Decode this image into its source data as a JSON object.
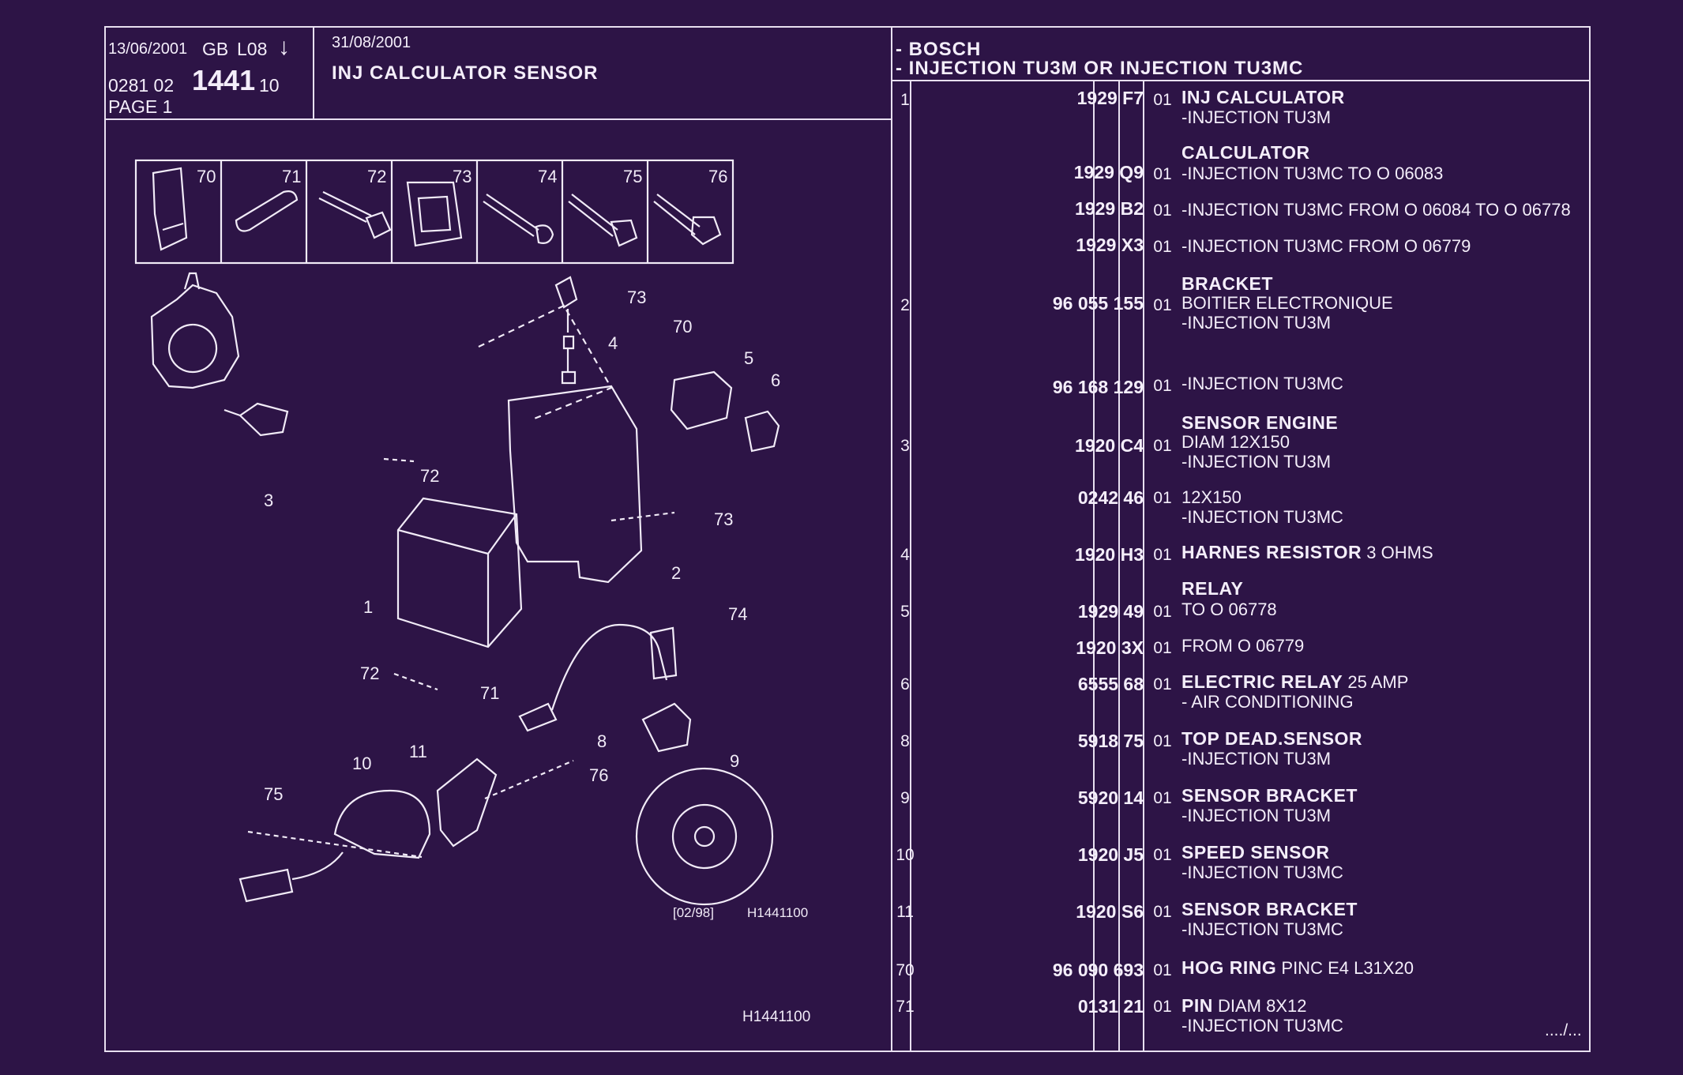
{
  "header": {
    "date1": "13/06/2001",
    "lang": "GB",
    "code": "L08",
    "arrow": "↓",
    "ref_prefix": "0281  02",
    "ref_main": "1441",
    "ref_suffix": "10",
    "page_label": "PAGE  1",
    "date2": "31/08/2001",
    "title": "INJ CALCULATOR SENSOR",
    "app1": "- BOSCH",
    "app2": "- INJECTION TU3M OR  INJECTION TU3MC"
  },
  "diagram": {
    "fastener_labels": [
      "70",
      "71",
      "72",
      "73",
      "74",
      "75",
      "76"
    ],
    "callouts": [
      "73",
      "4",
      "70",
      "5",
      "6",
      "3",
      "72",
      "73",
      "2",
      "1",
      "74",
      "72",
      "71",
      "8",
      "9",
      "10",
      "11",
      "76",
      "75"
    ],
    "date_box": "[02/98]",
    "diagram_code": "H1441100",
    "footer_code": "H1441100"
  },
  "parts": [
    {
      "item": "1",
      "ref": "1929 F7",
      "qty": "01",
      "title": "INJ CALCULATOR",
      "rest": "",
      "lines": [
        "-INJECTION TU3M"
      ]
    },
    {
      "item": "",
      "ref": "",
      "qty": "",
      "title": "CALCULATOR",
      "rest": "",
      "lines": []
    },
    {
      "item": "",
      "ref": "1929 Q9",
      "qty": "01",
      "title": "",
      "rest": "-INJECTION TU3MC TO  O  06083",
      "lines": []
    },
    {
      "item": "",
      "ref": "1929 B2",
      "qty": "01",
      "title": "",
      "rest": "-INJECTION TU3MC FROM  O  06084  TO  O  06778",
      "lines": []
    },
    {
      "item": "",
      "ref": "1929 X3",
      "qty": "01",
      "title": "",
      "rest": "-INJECTION TU3MC FROM  O  06779",
      "lines": []
    },
    {
      "item": "",
      "ref": "",
      "qty": "",
      "title": "BRACKET",
      "rest": "",
      "lines": []
    },
    {
      "item": "2",
      "ref": "96 055 155",
      "qty": "01",
      "title": "",
      "rest": "BOITIER ELECTRONIQUE",
      "lines": [
        "-INJECTION TU3M"
      ]
    },
    {
      "item": "",
      "ref": "96 168 129",
      "qty": "01",
      "title": "",
      "rest": "-INJECTION TU3MC",
      "lines": []
    },
    {
      "item": "",
      "ref": "",
      "qty": "",
      "title": "SENSOR ENGINE",
      "rest": "",
      "lines": []
    },
    {
      "item": "3",
      "ref": "1920 C4",
      "qty": "01",
      "title": "",
      "rest": "DIAM 12X150",
      "lines": [
        "-INJECTION TU3M"
      ]
    },
    {
      "item": "",
      "ref": "0242 46",
      "qty": "01",
      "title": "",
      "rest": "12X150",
      "lines": [
        "-INJECTION TU3MC"
      ]
    },
    {
      "item": "4",
      "ref": "1920 H3",
      "qty": "01",
      "title": "HARNES RESISTOR",
      "rest": " 3 OHMS",
      "lines": []
    },
    {
      "item": "",
      "ref": "",
      "qty": "",
      "title": "RELAY",
      "rest": "",
      "lines": []
    },
    {
      "item": "5",
      "ref": "1929 49",
      "qty": "01",
      "title": "",
      "rest": "TO  O  06778",
      "lines": []
    },
    {
      "item": "",
      "ref": "1920 3X",
      "qty": "01",
      "title": "",
      "rest": "FROM  O  06779",
      "lines": []
    },
    {
      "item": "6",
      "ref": "6555 68",
      "qty": "01",
      "title": "ELECTRIC RELAY",
      "rest": " 25 AMP",
      "lines": [
        "-      AIR CONDITIONING"
      ]
    },
    {
      "item": "8",
      "ref": "5918 75",
      "qty": "01",
      "title": "TOP DEAD.SENSOR",
      "rest": "",
      "lines": [
        "-INJECTION TU3M"
      ]
    },
    {
      "item": "9",
      "ref": "5920 14",
      "qty": "01",
      "title": "SENSOR BRACKET",
      "rest": "",
      "lines": [
        "-INJECTION TU3M"
      ]
    },
    {
      "item": "10",
      "ref": "1920 J5",
      "qty": "01",
      "title": "SPEED SENSOR",
      "rest": "",
      "lines": [
        "-INJECTION TU3MC"
      ]
    },
    {
      "item": "11",
      "ref": "1920 S6",
      "qty": "01",
      "title": "SENSOR BRACKET",
      "rest": "",
      "lines": [
        "-INJECTION TU3MC"
      ]
    },
    {
      "item": "70",
      "ref": "96 090 693",
      "qty": "01",
      "title": "HOG RING",
      "rest": " PINC E4 L31X20",
      "lines": []
    },
    {
      "item": "71",
      "ref": "0131 21",
      "qty": "01",
      "title": "PIN",
      "rest": " DIAM 8X12",
      "lines": [
        "-INJECTION TU3MC"
      ]
    }
  ],
  "continued": "..../..."
}
